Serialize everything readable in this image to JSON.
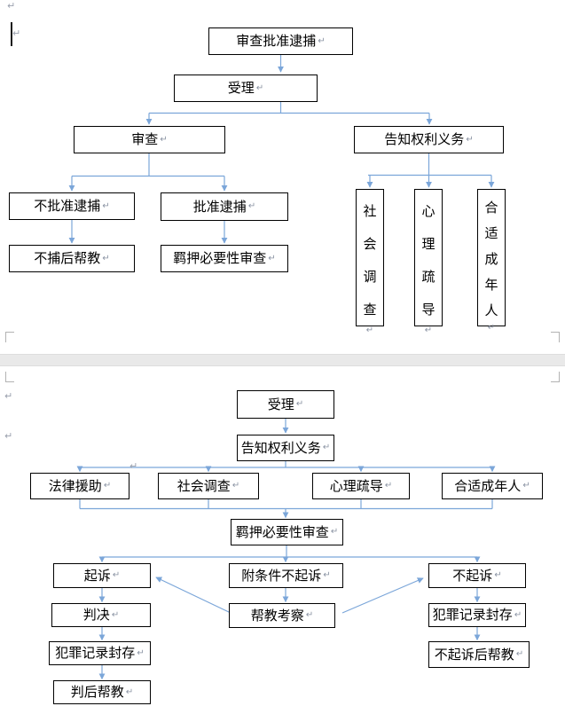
{
  "colors": {
    "connector": "#7ba6d9",
    "box_border": "#000000",
    "page_break_band": "#e9e9e9"
  },
  "symbols": {
    "paragraph_mark": "↵"
  },
  "chart1": {
    "nodes": {
      "review_approve_arrest": "审查批准逮捕",
      "accept": "受理",
      "review": "审查",
      "inform_rights": "告知权利义务",
      "not_approve_arrest": "不批准逮捕",
      "approve_arrest": "批准逮捕",
      "no_arrest_help": "不捕后帮教",
      "custody_necessity_review": "羁押必要性审查",
      "social_survey": "社会调查",
      "psych_counseling": "心理疏导",
      "appropriate_adult": "合适成年人"
    },
    "edges": [
      "审查批准逮捕 → 受理",
      "受理 → 审查",
      "受理 → 告知权利义务",
      "审查 → 不批准逮捕",
      "审查 → 批准逮捕",
      "不批准逮捕 → 不捕后帮教",
      "批准逮捕 → 羁押必要性审查",
      "告知权利义务 → 社会调查",
      "告知权利义务 → 心理疏导",
      "告知权利义务 → 合适成年人"
    ]
  },
  "chart2": {
    "nodes": {
      "accept": "受理",
      "inform_rights": "告知权利义务",
      "legal_aid": "法律援助",
      "social_survey": "社会调查",
      "psych_counseling": "心理疏导",
      "appropriate_adult": "合适成年人",
      "custody_necessity_review": "羁押必要性审查",
      "prosecute": "起诉",
      "conditional_non_prosecution": "附条件不起诉",
      "non_prosecution": "不起诉",
      "judgment": "判决",
      "record_seal_left": "犯罪记录封存",
      "post_judgment_help": "判后帮教",
      "help_inspection": "帮教考察",
      "record_seal_right": "犯罪记录封存",
      "non_prosecution_help": "不起诉后帮教"
    },
    "edges": [
      "受理 → 告知权利义务",
      "告知权利义务 → 法律援助",
      "告知权利义务 → 社会调查",
      "告知权利义务 → 心理疏导",
      "告知权利义务 → 合适成年人",
      "法律援助/社会调查/心理疏导/合适成年人 → 羁押必要性审查",
      "羁押必要性审查 → 起诉",
      "羁押必要性审查 → 附条件不起诉",
      "羁押必要性审查 → 不起诉",
      "起诉 → 判决",
      "判决 → 犯罪记录封存",
      "犯罪记录封存 → 判后帮教",
      "附条件不起诉 → 帮教考察",
      "帮教考察 → 起诉",
      "帮教考察 → 不起诉",
      "不起诉 → 犯罪记录封存",
      "犯罪记录封存 → 不起诉后帮教"
    ]
  }
}
